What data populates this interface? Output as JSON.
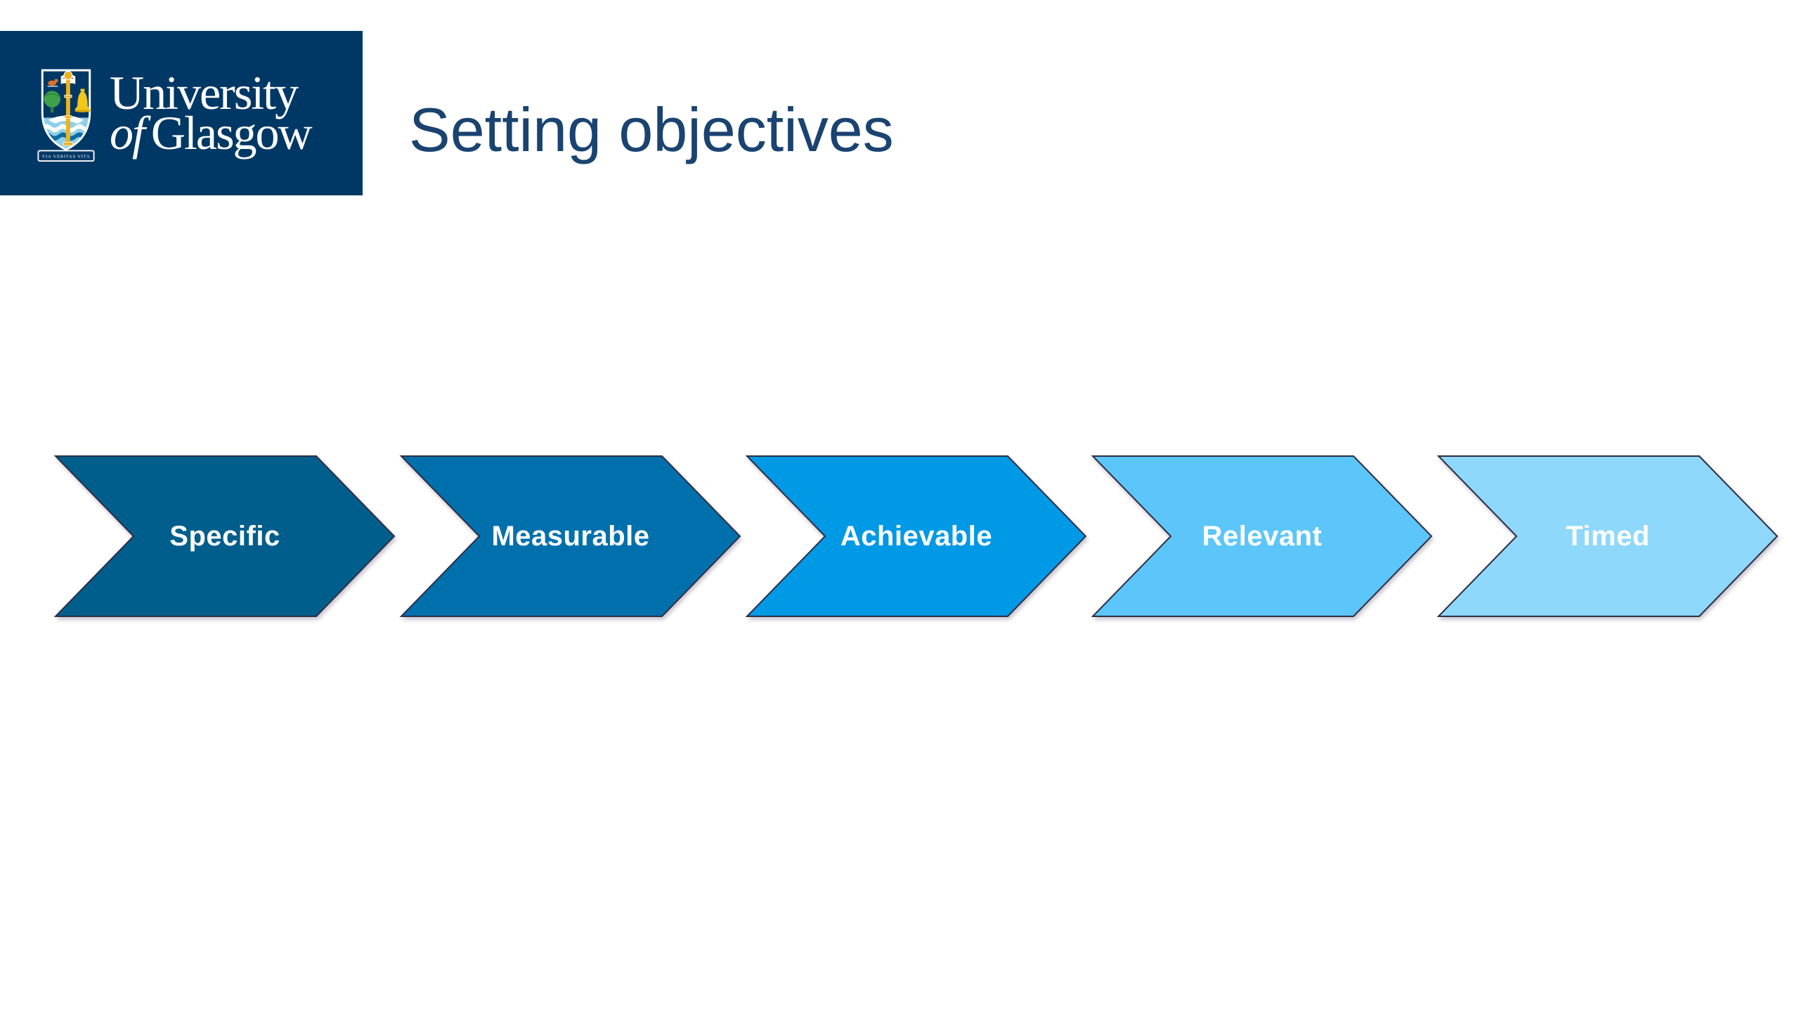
{
  "slide": {
    "title": "Setting objectives",
    "title_color": "#1a4370",
    "background": "#ffffff"
  },
  "logo": {
    "background": "#003865",
    "line1": "University",
    "line2_of": "of",
    "line2_name": "Glasgow",
    "motto": "VIA VERITAS VITA",
    "crest_colors": {
      "outline": "#ffffff",
      "tree": "#3fa04a",
      "bird": "#e2702a",
      "bell": "#f3c61d",
      "mace": "#edb21c",
      "water": "#8fd0ea",
      "wave_dark": "#0b6ca0",
      "fish": "#ffffff"
    }
  },
  "diagram": {
    "type": "process-chevrons",
    "outline_color": "#2e2e45",
    "label_color": "#ffffff",
    "steps": [
      {
        "label": "Specific",
        "fill": "#005e8c"
      },
      {
        "label": "Measurable",
        "fill": "#0070ad"
      },
      {
        "label": "Achievable",
        "fill": "#0099e6"
      },
      {
        "label": "Relevant",
        "fill": "#5cc6fb"
      },
      {
        "label": "Timed",
        "fill": "#8ed8fc"
      }
    ]
  }
}
